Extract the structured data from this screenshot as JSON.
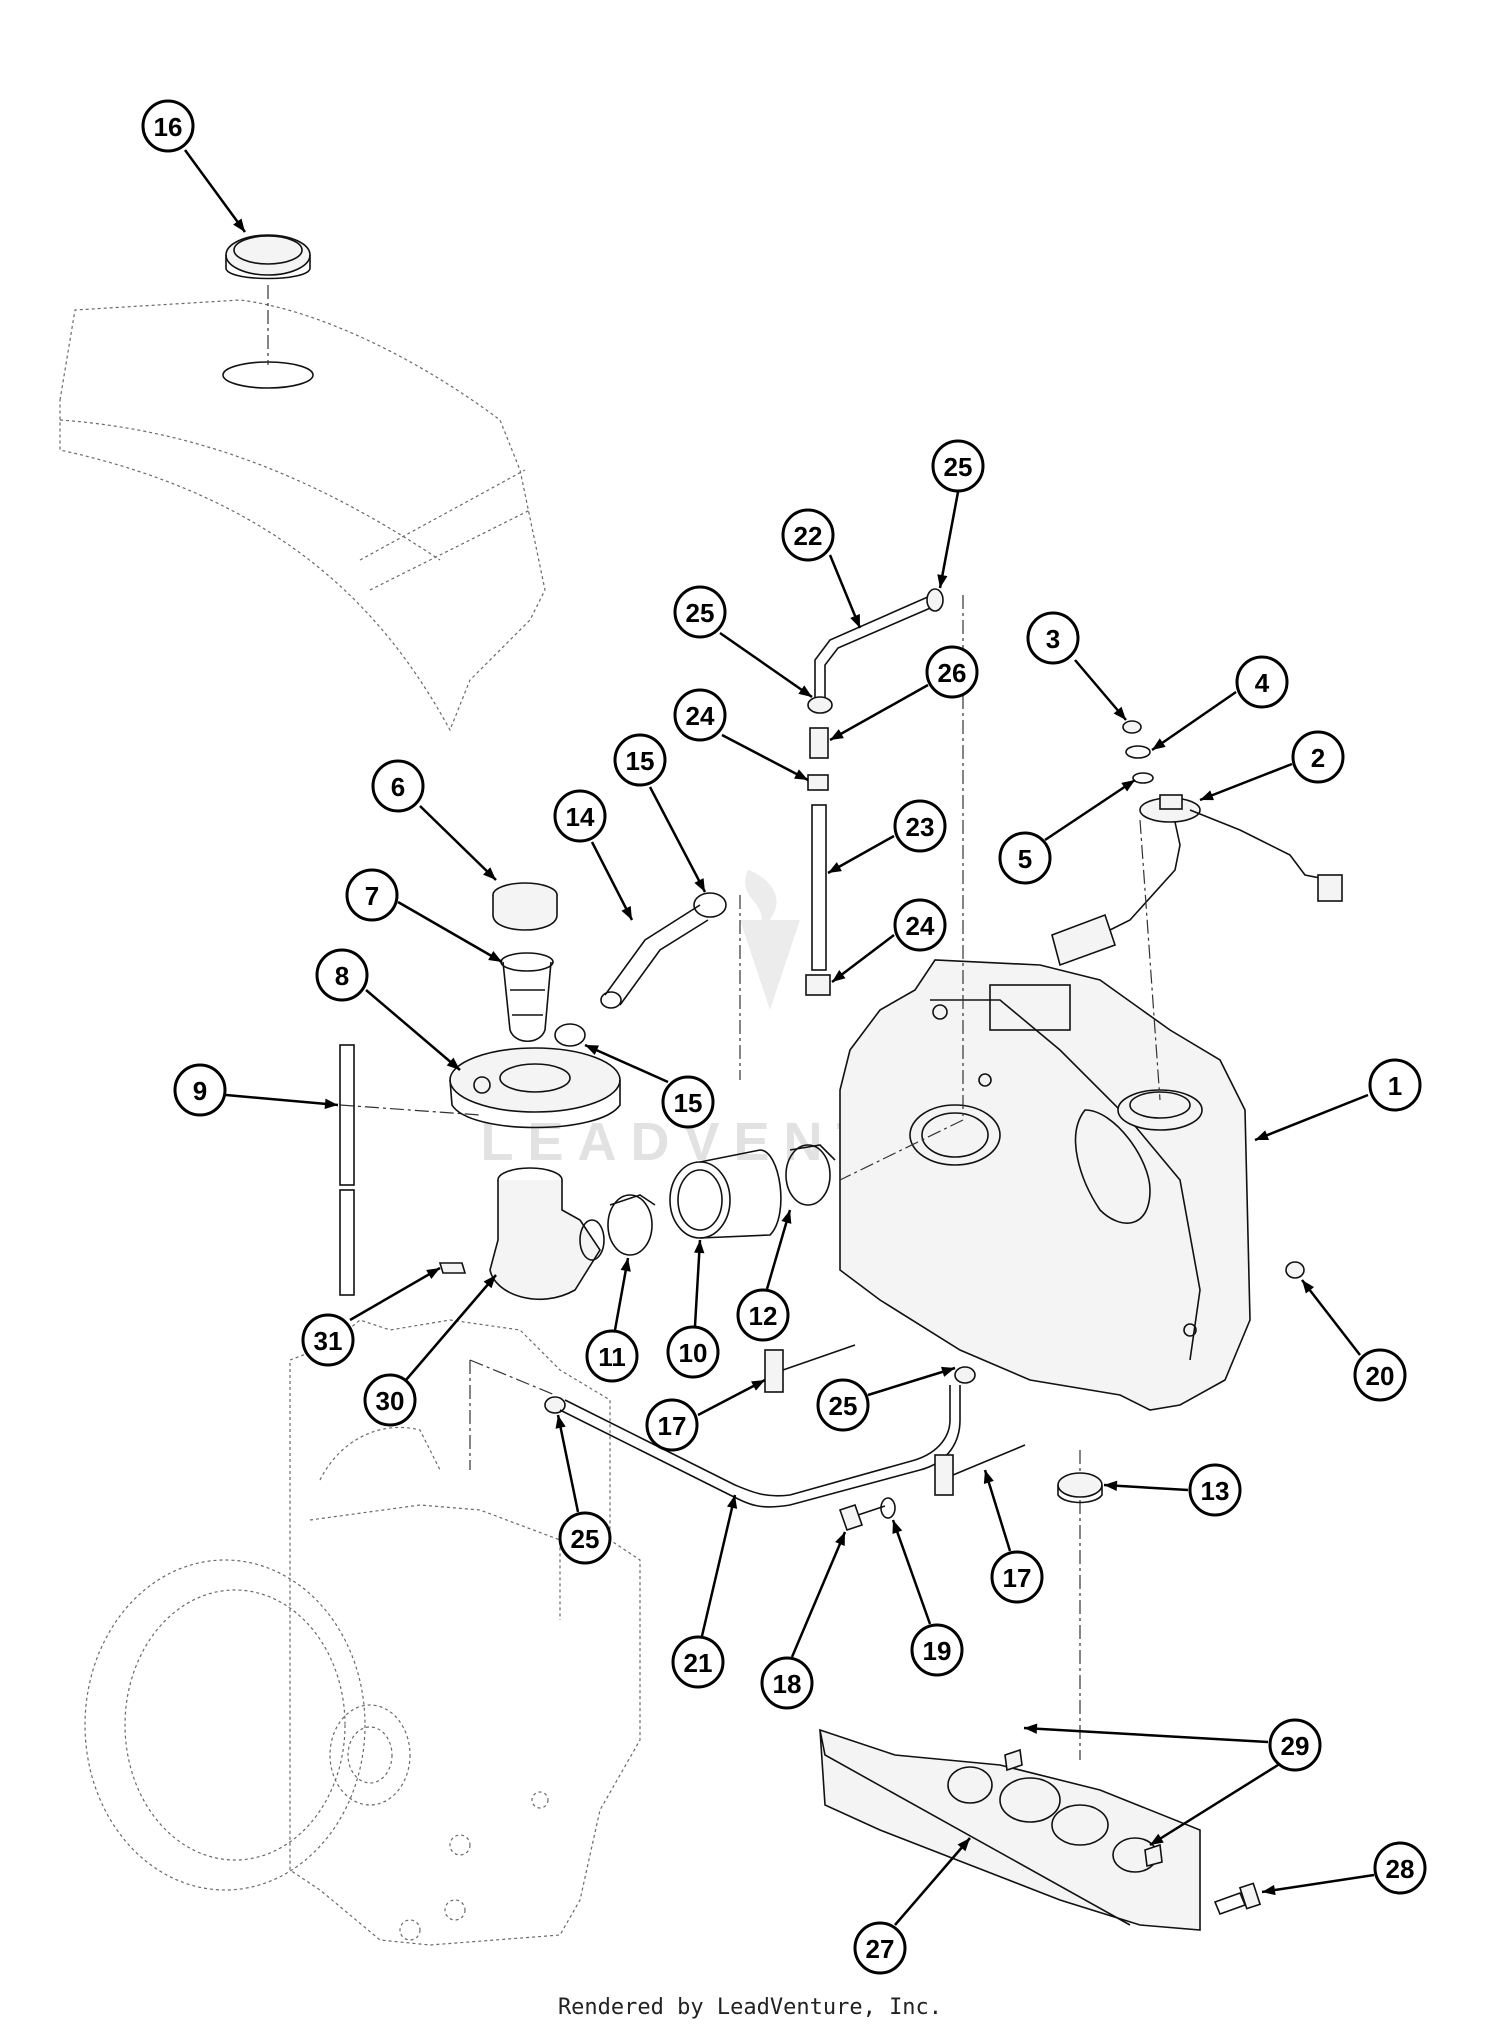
{
  "footer": {
    "credit": "Rendered by LeadVenture, Inc."
  },
  "watermark": {
    "text": "LEADVENTURE"
  },
  "colors": {
    "line": "#000000",
    "background": "#ffffff",
    "watermark": "#e2e2e2"
  },
  "callouts": [
    {
      "id": "c16",
      "label": "16"
    },
    {
      "id": "c25a",
      "label": "25"
    },
    {
      "id": "c22",
      "label": "22"
    },
    {
      "id": "c25b",
      "label": "25"
    },
    {
      "id": "c26",
      "label": "26"
    },
    {
      "id": "c3",
      "label": "3"
    },
    {
      "id": "c4",
      "label": "4"
    },
    {
      "id": "c2",
      "label": "2"
    },
    {
      "id": "c24a",
      "label": "24"
    },
    {
      "id": "c15a",
      "label": "15"
    },
    {
      "id": "c6",
      "label": "6"
    },
    {
      "id": "c14",
      "label": "14"
    },
    {
      "id": "c23",
      "label": "23"
    },
    {
      "id": "c5",
      "label": "5"
    },
    {
      "id": "c7",
      "label": "7"
    },
    {
      "id": "c24b",
      "label": "24"
    },
    {
      "id": "c8",
      "label": "8"
    },
    {
      "id": "c1",
      "label": "1"
    },
    {
      "id": "c9",
      "label": "9"
    },
    {
      "id": "c15b",
      "label": "15"
    },
    {
      "id": "c12",
      "label": "12"
    },
    {
      "id": "c31",
      "label": "31"
    },
    {
      "id": "c11",
      "label": "11"
    },
    {
      "id": "c10",
      "label": "10"
    },
    {
      "id": "c20",
      "label": "20"
    },
    {
      "id": "c30",
      "label": "30"
    },
    {
      "id": "c25c",
      "label": "25"
    },
    {
      "id": "c17a",
      "label": "17"
    },
    {
      "id": "c13",
      "label": "13"
    },
    {
      "id": "c25d",
      "label": "25"
    },
    {
      "id": "c17b",
      "label": "17"
    },
    {
      "id": "c21",
      "label": "21"
    },
    {
      "id": "c19",
      "label": "19"
    },
    {
      "id": "c18",
      "label": "18"
    },
    {
      "id": "c29",
      "label": "29"
    },
    {
      "id": "c28",
      "label": "28"
    },
    {
      "id": "c27",
      "label": "27"
    }
  ]
}
